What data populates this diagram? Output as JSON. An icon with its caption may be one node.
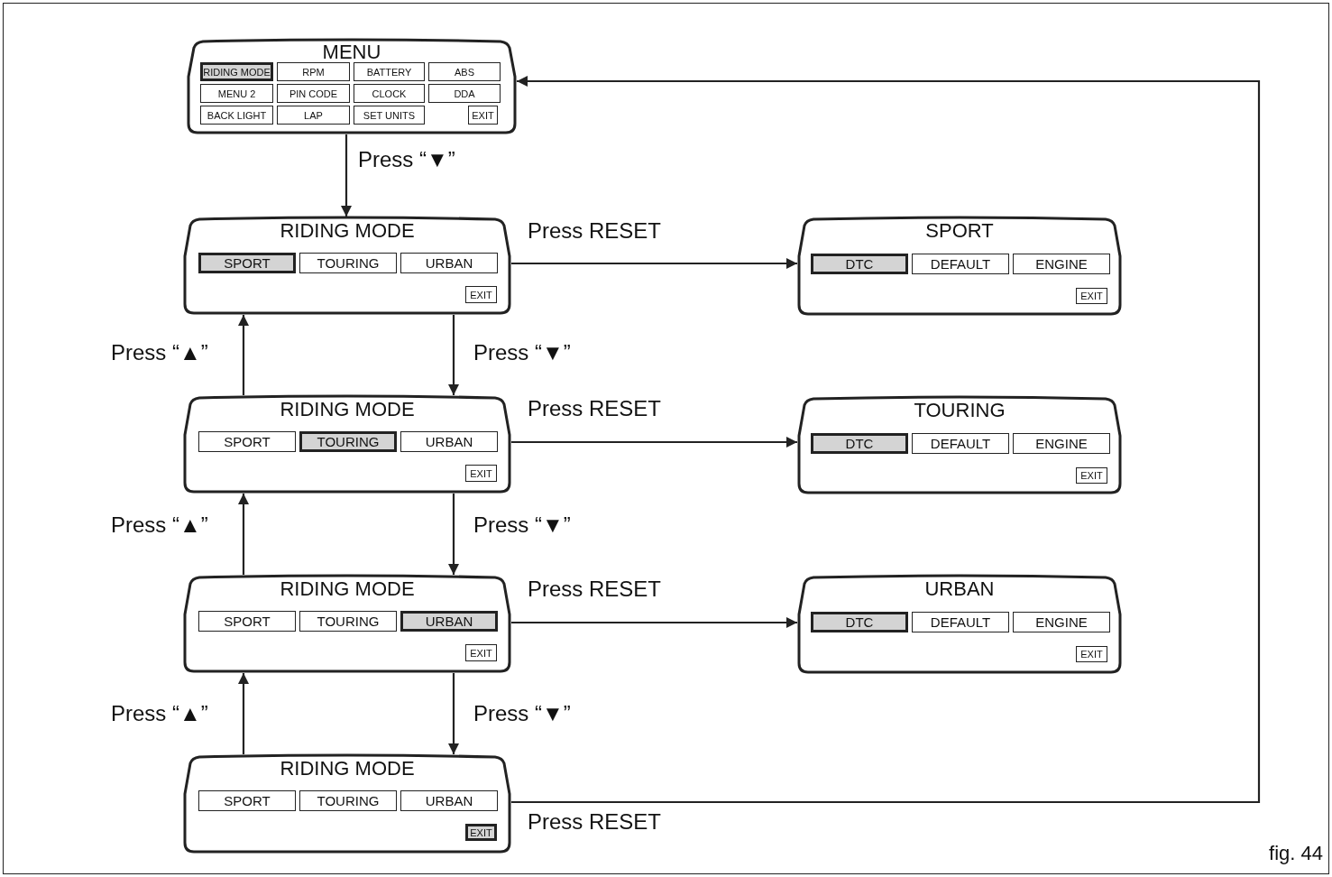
{
  "diagram": {
    "nodes": [
      {
        "text": [
          "MENU"
        ]
      },
      {
        "text": [
          "RIDING MODE"
        ],
        "in": 0
      },
      {
        "text": [
          "RPM"
        ],
        "in": 0
      },
      {
        "text": [
          "BATTERY"
        ],
        "in": 0
      },
      {
        "text": [
          "ABS"
        ],
        "in": 0
      },
      {
        "text": [
          "MENU 2"
        ],
        "in": 0
      },
      {
        "text": [
          "PIN CODE"
        ],
        "in": 0
      },
      {
        "text": [
          "CLOCK"
        ],
        "in": 0
      },
      {
        "text": [
          "DDA"
        ],
        "in": 0
      },
      {
        "text": [
          "BACK LIGHT"
        ],
        "in": 0
      },
      {
        "text": [
          "LAP"
        ],
        "in": 0
      },
      {
        "text": [
          "SET UNITS"
        ],
        "in": 0
      },
      {
        "text": [
          "EXIT"
        ],
        "in": 0
      },
      {
        "text": [
          "RIDING MODE"
        ]
      },
      {
        "text": [
          "SPORT"
        ],
        "in": 13
      },
      {
        "text": [
          "TOURING"
        ],
        "in": 13
      },
      {
        "text": [
          "URBAN"
        ],
        "in": 13
      },
      {
        "text": [
          "EXIT"
        ],
        "in": 13
      },
      {
        "text": [
          "SPORT"
        ]
      },
      {
        "text": [
          "DTC"
        ],
        "in": 18
      },
      {
        "text": [
          "DEFAULT"
        ],
        "in": 18
      },
      {
        "text": [
          "ENGINE"
        ],
        "in": 18
      },
      {
        "text": [
          "EXIT"
        ],
        "in": 18
      },
      {
        "text": [
          "RIDING MODE"
        ]
      },
      {
        "text": [
          "SPORT"
        ],
        "in": 23
      },
      {
        "text": [
          "TOURING"
        ],
        "in": 23
      },
      {
        "text": [
          "URBAN"
        ],
        "in": 23
      },
      {
        "text": [
          "EXIT"
        ],
        "in": 23
      },
      {
        "text": [
          "TOURING"
        ]
      },
      {
        "text": [
          "DTC"
        ],
        "in": 28
      },
      {
        "text": [
          "DEFAULT"
        ],
        "in": 28
      },
      {
        "text": [
          "ENGINE"
        ],
        "in": 28
      },
      {
        "text": [
          "EXIT"
        ],
        "in": 28
      },
      {
        "text": [
          "RIDING MODE"
        ]
      },
      {
        "text": [
          "SPORT"
        ],
        "in": 33
      },
      {
        "text": [
          "TOURING"
        ],
        "in": 33
      },
      {
        "text": [
          "URBAN"
        ],
        "in": 33
      },
      {
        "text": [
          "EXIT"
        ],
        "in": 33
      },
      {
        "text": [
          "URBAN"
        ]
      },
      {
        "text": [
          "DTC"
        ],
        "in": 38
      },
      {
        "text": [
          "DEFAULT"
        ],
        "in": 38
      },
      {
        "text": [
          "ENGINE"
        ],
        "in": 38
      },
      {
        "text": [
          "EXIT"
        ],
        "in": 38
      },
      {
        "text": [
          "RIDING MODE"
        ]
      },
      {
        "text": [
          "SPORT"
        ],
        "in": 43
      },
      {
        "text": [
          "TOURING"
        ],
        "in": 43
      },
      {
        "text": [
          "URBAN"
        ],
        "in": 43
      },
      {
        "text": [
          "EXIT"
        ],
        "in": 43
      }
    ],
    "edges": [
      {
        "from": 0,
        "to": 13,
        "arrow": "to",
        "label": "Press “▼”"
      },
      {
        "from": 13,
        "to": 18,
        "arrow": "to",
        "label": "Press RESET"
      },
      {
        "from": 23,
        "to": 13,
        "arrow": "to",
        "label": "Press “▲”"
      },
      {
        "from": 13,
        "to": 23,
        "arrow": "to",
        "label": "Press “▼”"
      },
      {
        "from": 23,
        "to": 28,
        "arrow": "to",
        "label": "Press RESET"
      },
      {
        "from": 33,
        "to": 23,
        "arrow": "to",
        "label": "Press “▲”"
      },
      {
        "from": 23,
        "to": 33,
        "arrow": "to",
        "label": "Press “▼”"
      },
      {
        "from": 33,
        "to": 38,
        "arrow": "to",
        "label": "Press RESET"
      },
      {
        "from": 43,
        "to": 33,
        "arrow": "to",
        "label": "Press “▲”"
      },
      {
        "from": 33,
        "to": 43,
        "arrow": "to",
        "label": "Press “▼”"
      },
      {
        "from": 43,
        "to": 0,
        "arrow": "to",
        "label": "Press RESET"
      }
    ],
    "labels": [
      "fig. 44"
    ]
  }
}
